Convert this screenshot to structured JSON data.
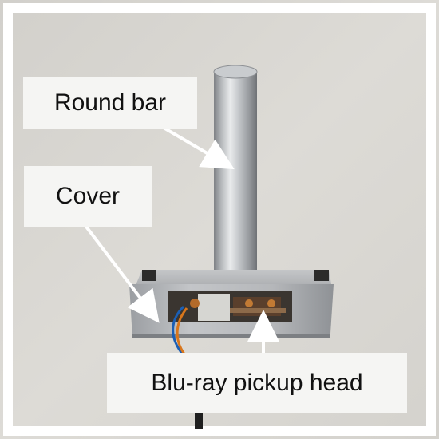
{
  "labels": {
    "round_bar": "Round bar",
    "cover": "Cover",
    "pickup_head": "Blu-ray pickup head"
  },
  "colors": {
    "label_background": "#f5f5f3",
    "label_text": "#111111",
    "arrow": "#ffffff",
    "wall_background": "#d9d7d2"
  }
}
